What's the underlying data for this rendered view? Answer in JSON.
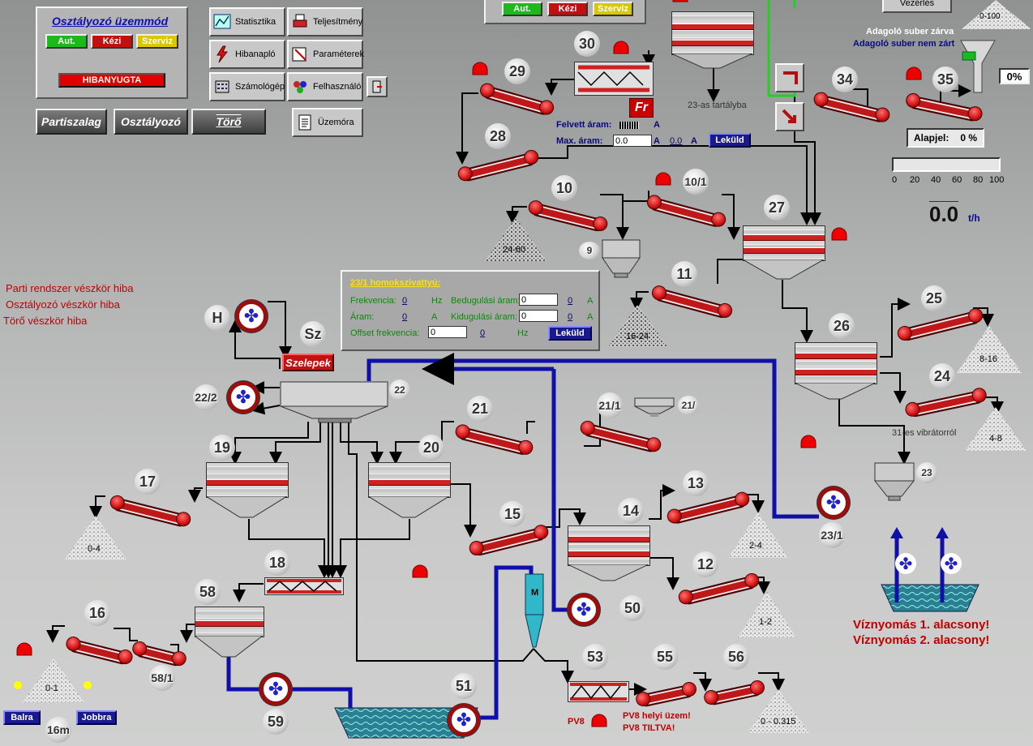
{
  "mode_panel": {
    "title": "Osztályozó üzemmód",
    "aut": "Aut.",
    "kezi": "Kézi",
    "szerviz": "Szerviz",
    "reset": "HIBANYUGTA"
  },
  "top_mode_panel": {
    "aut": "Aut.",
    "kezi": "Kézi",
    "szerviz": "Szerviz"
  },
  "tabs": [
    "Partiszalag",
    "Osztályozó",
    "Törő"
  ],
  "tools": {
    "statisztika": "Statisztika",
    "teljesitmeny": "Teljesítmény",
    "hibanaplo": "Hibanapló",
    "parameterek": "Paraméterek",
    "szamologep": "Számológép",
    "felhasznalo": "Felhasználó",
    "uzemora": "Üzemóra"
  },
  "vezerles": "Vezérlés",
  "fault_messages": [
    "Parti rendszer vészkör hiba",
    "Osztályozó vészkör hiba",
    "Törő vészkör hiba"
  ],
  "current": {
    "felvett": "Felvett áram:",
    "felvett_unit": "A",
    "max": "Max. áram:",
    "max_value": "0.0",
    "max_unit": "A",
    "max_read": "0.0",
    "max_read_unit": "A",
    "send": "Leküld",
    "fr": "Fr"
  },
  "tank23_label": "23-as tartályba",
  "feeder": {
    "zarva": "Adagoló suber zárva",
    "nem_zart": "Adagoló suber nem zárt",
    "percent": "0%",
    "alapjel_label": "Alapjel:",
    "alapjel_value": "0 %",
    "scale": [
      "0",
      "20",
      "40",
      "60",
      "80",
      "100"
    ],
    "flow_value": "0.0",
    "flow_unit": "t/h",
    "progress": 0
  },
  "homok": {
    "title": "23/1 homokszivattyú:",
    "frekvencia": "Frekvencia:",
    "frek_val": "0",
    "hz": "Hz",
    "aram": "Áram:",
    "aram_val": "0",
    "a": "A",
    "bedugulasi": "Bedugulási áram:",
    "bedugulasi_in": "0",
    "bedugulasi_val": "0",
    "kidugulasi": "Kidugulási áram:",
    "kidugulasi_in": "0",
    "kidugulasi_val": "0",
    "offset": "Offset frekvencia:",
    "offset_in": "0",
    "offset_val": "0",
    "send": "Leküld"
  },
  "vibro_label": "31-es vibrátorról",
  "water": {
    "msg1": "Víznyomás 1. alacsony!",
    "msg2": "Víznyomás 2. alacsony!"
  },
  "pv8": {
    "tag": "PV8",
    "msg1": "PV8 helyi üzem!",
    "msg2": "PV8 TILTVA!"
  },
  "szelepek": "Szelepek",
  "h": "H",
  "sz": "Sz",
  "m": "M",
  "balra": "Balra",
  "jobbra": "Jobbra",
  "sixteen_m": "16m",
  "piles": {
    "p0100": "0-100",
    "p2460": "24-60",
    "p1624": "16-24",
    "p816": "8-16",
    "p48": "4-8",
    "p24": "2-4",
    "p12": "1-2",
    "p04": "0-4",
    "p01": "0-1",
    "p0315": "0 - 0.315"
  },
  "ids": {
    "n30": "30",
    "n29": "29",
    "n28": "28",
    "n10": "10",
    "n101": "10/1",
    "n27": "27",
    "n34": "34",
    "n35": "35",
    "n11": "11",
    "n25": "25",
    "n26": "26",
    "n24": "24",
    "n22": "22",
    "n222": "22/2",
    "n21": "21",
    "n211": "21/1",
    "n21b": "21/",
    "n19": "19",
    "n20": "20",
    "n17": "17",
    "n15": "15",
    "n14": "14",
    "n13": "13",
    "n12": "12",
    "n23": "23",
    "n231": "23/1",
    "n18": "18",
    "n58": "58",
    "n16": "16",
    "n581": "58/1",
    "n59": "59",
    "n50": "50",
    "n51": "51",
    "n53": "53",
    "n55": "55",
    "n56": "56",
    "n9": "9"
  }
}
